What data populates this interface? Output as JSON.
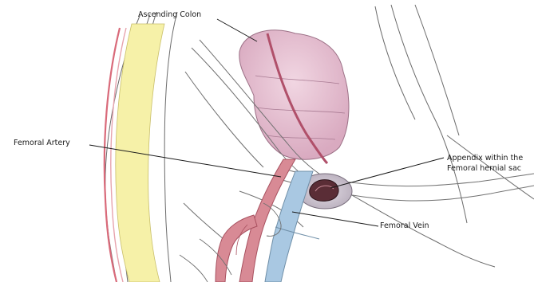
{
  "labels": {
    "ascending_colon": "Ascending Colon",
    "femoral_artery": "Femoral Artery",
    "appendix_line1": "Appendix within the",
    "appendix_line2": "Femoral hernial sac",
    "femoral_vein": "Femoral Vein"
  },
  "colors": {
    "artery": "#d88a95",
    "vein": "#a9c8e2",
    "colon": "#e6c3d4",
    "fat_band": "#f6f1a8",
    "appendix": "#5a2d36",
    "sac": "#cfc7d2"
  }
}
